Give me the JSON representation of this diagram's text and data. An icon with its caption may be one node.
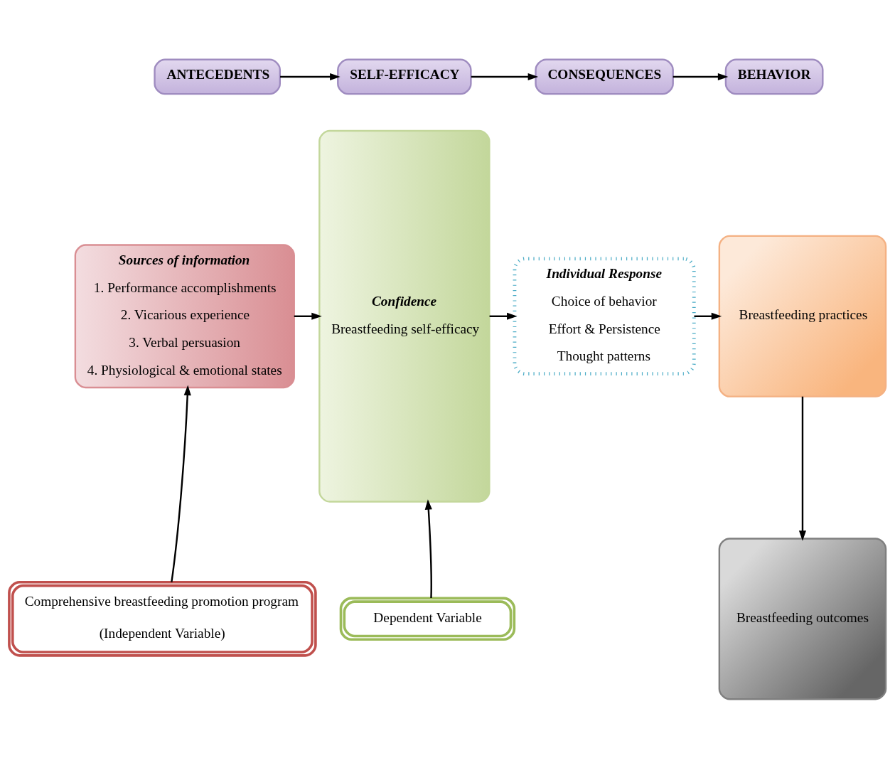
{
  "diagram": {
    "nodes": [
      {
        "text": [
          "ANTECEDENTS"
        ]
      },
      {
        "text": [
          "SELF-EFFICACY"
        ]
      },
      {
        "text": [
          "CONSEQUENCES"
        ]
      },
      {
        "text": [
          "BEHAVIOR"
        ]
      },
      {
        "text": [
          "Sources of information",
          "1. Performance accomplishments",
          "2. Vicarious experience",
          "3. Verbal persuasion",
          "4. Physiological & emotional states"
        ]
      },
      {
        "text": [
          "Confidence",
          "Breastfeeding self-efficacy"
        ]
      },
      {
        "text": [
          "Individual Response",
          "Choice of behavior",
          "Effort & Persistence",
          "Thought patterns"
        ]
      },
      {
        "text": [
          "Breastfeeding practices"
        ]
      },
      {
        "text": [
          "Breastfeeding outcomes"
        ]
      },
      {
        "text": [
          "Comprehensive breastfeeding promotion program",
          "(Independent Variable)"
        ]
      },
      {
        "text": [
          "Dependent Variable"
        ]
      }
    ],
    "edges": [
      {
        "from": 0,
        "to": 1,
        "arrow": "to"
      },
      {
        "from": 1,
        "to": 2,
        "arrow": "to"
      },
      {
        "from": 2,
        "to": 3,
        "arrow": "to"
      },
      {
        "from": 4,
        "to": 5,
        "arrow": "to"
      },
      {
        "from": 5,
        "to": 6,
        "arrow": "to"
      },
      {
        "from": 6,
        "to": 7,
        "arrow": "to"
      },
      {
        "from": 7,
        "to": 8,
        "arrow": "to"
      },
      {
        "from": 9,
        "to": 4,
        "arrow": "to"
      },
      {
        "from": 10,
        "to": 5,
        "arrow": "to"
      }
    ]
  }
}
